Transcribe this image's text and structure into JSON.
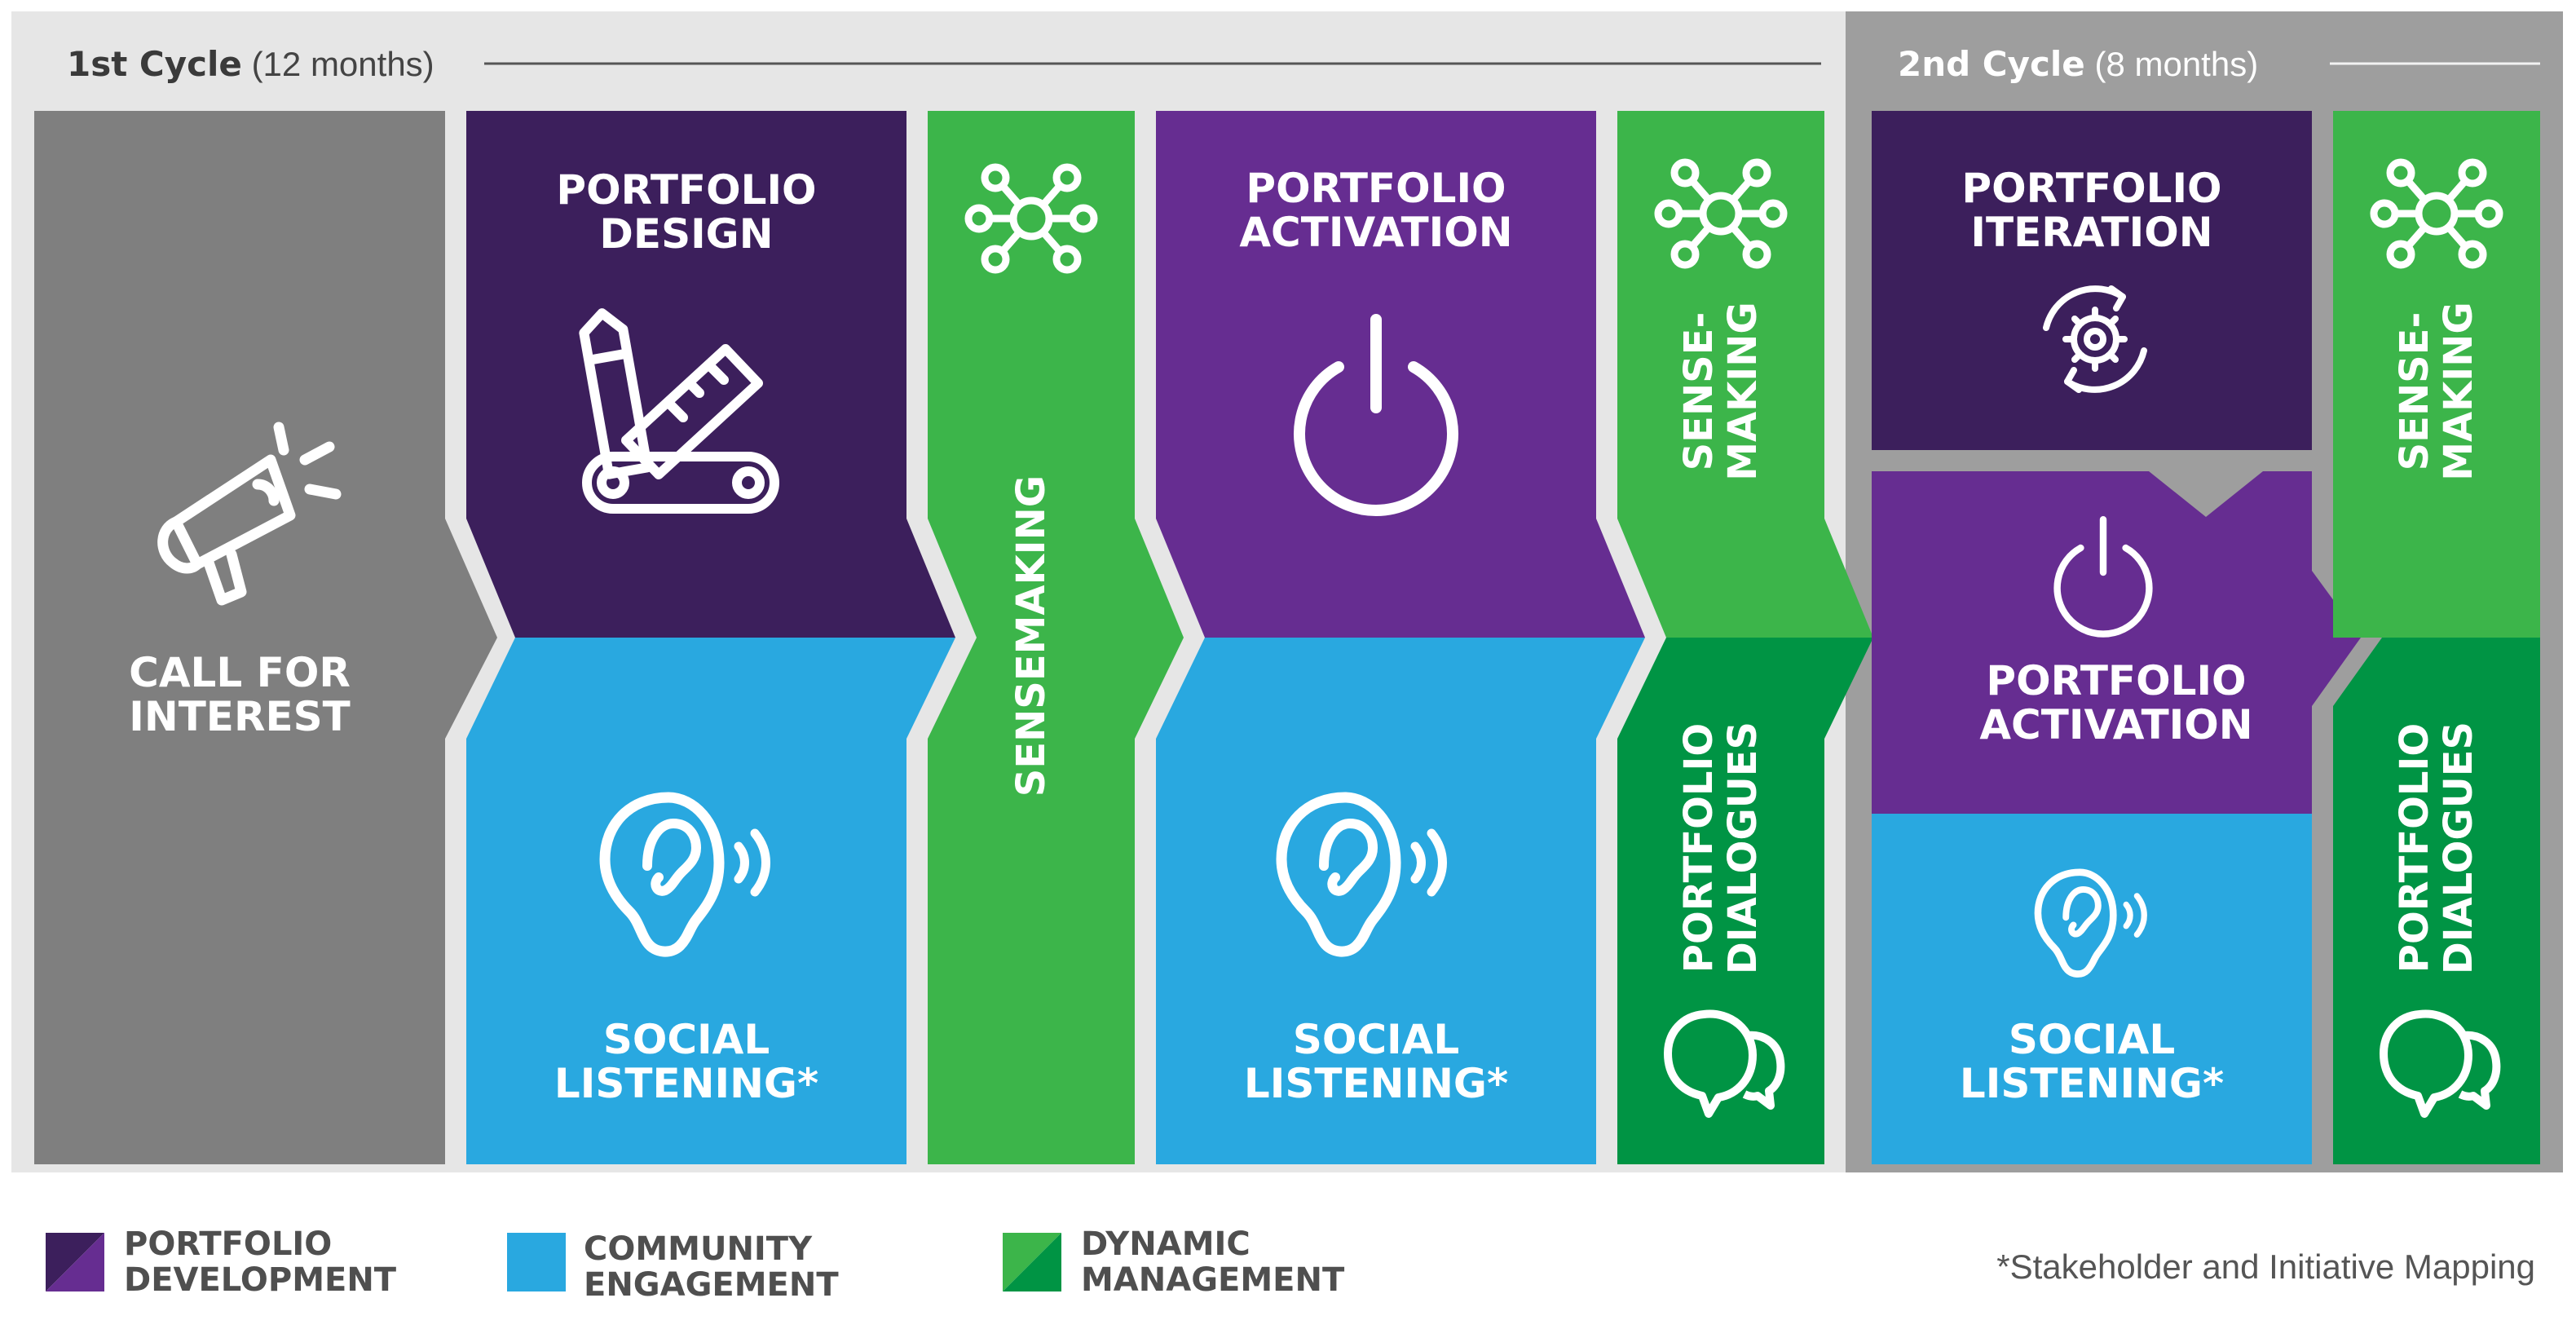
{
  "colors": {
    "panel_light": "#e6e6e6",
    "panel_dark": "#9e9e9e",
    "call_gray": "#7f7f7f",
    "dark_purple": "#3c1f5c",
    "purple": "#662d91",
    "blue": "#29a8e0",
    "green": "#3cb54a",
    "dark_green": "#009444"
  },
  "header": {
    "cycle1_bold": "1st Cycle",
    "cycle1_rest": " (12 months)",
    "cycle2_bold": "2nd Cycle",
    "cycle2_rest": " (8 months)"
  },
  "blocks": {
    "call_for_interest": "CALL FOR\nINTEREST",
    "portfolio_design": "PORTFOLIO\nDESIGN",
    "social_listening_1": "SOCIAL\nLISTENING*",
    "sensemaking_1": "SENSEMAKING",
    "portfolio_activation_1": "PORTFOLIO\nACTIVATION",
    "social_listening_2": "SOCIAL\nLISTENING*",
    "sensemaking_2": "SENSE-\nMAKING",
    "portfolio_dialogues_1": "PORTFOLIO\nDIALOGUES",
    "portfolio_iteration": "PORTFOLIO\nITERATION",
    "portfolio_activation_2": "PORTFOLIO\nACTIVATION",
    "social_listening_3": "SOCIAL\nLISTENING*",
    "sensemaking_3": "SENSE-\nMAKING",
    "portfolio_dialogues_2": "PORTFOLIO\nDIALOGUES"
  },
  "icons": {
    "megaphone": "megaphone-icon",
    "design_tools": "pencil-ruler-icon",
    "network": "network-icon",
    "power": "power-icon",
    "ear": "ear-icon",
    "iteration": "cycle-gear-icon",
    "chat": "chat-bubbles-icon"
  },
  "legend": [
    {
      "label": "PORTFOLIO\nDEVELOPMENT",
      "color_a": "#3c1f5c",
      "color_b": "#662d91"
    },
    {
      "label": "COMMUNITY\nENGAGEMENT",
      "color_a": "#29a8e0",
      "color_b": "#29a8e0"
    },
    {
      "label": "DYNAMIC\nMANAGEMENT",
      "color_a": "#3cb54a",
      "color_b": "#009444"
    }
  ],
  "footnote": "*Stakeholder and Initiative Mapping"
}
